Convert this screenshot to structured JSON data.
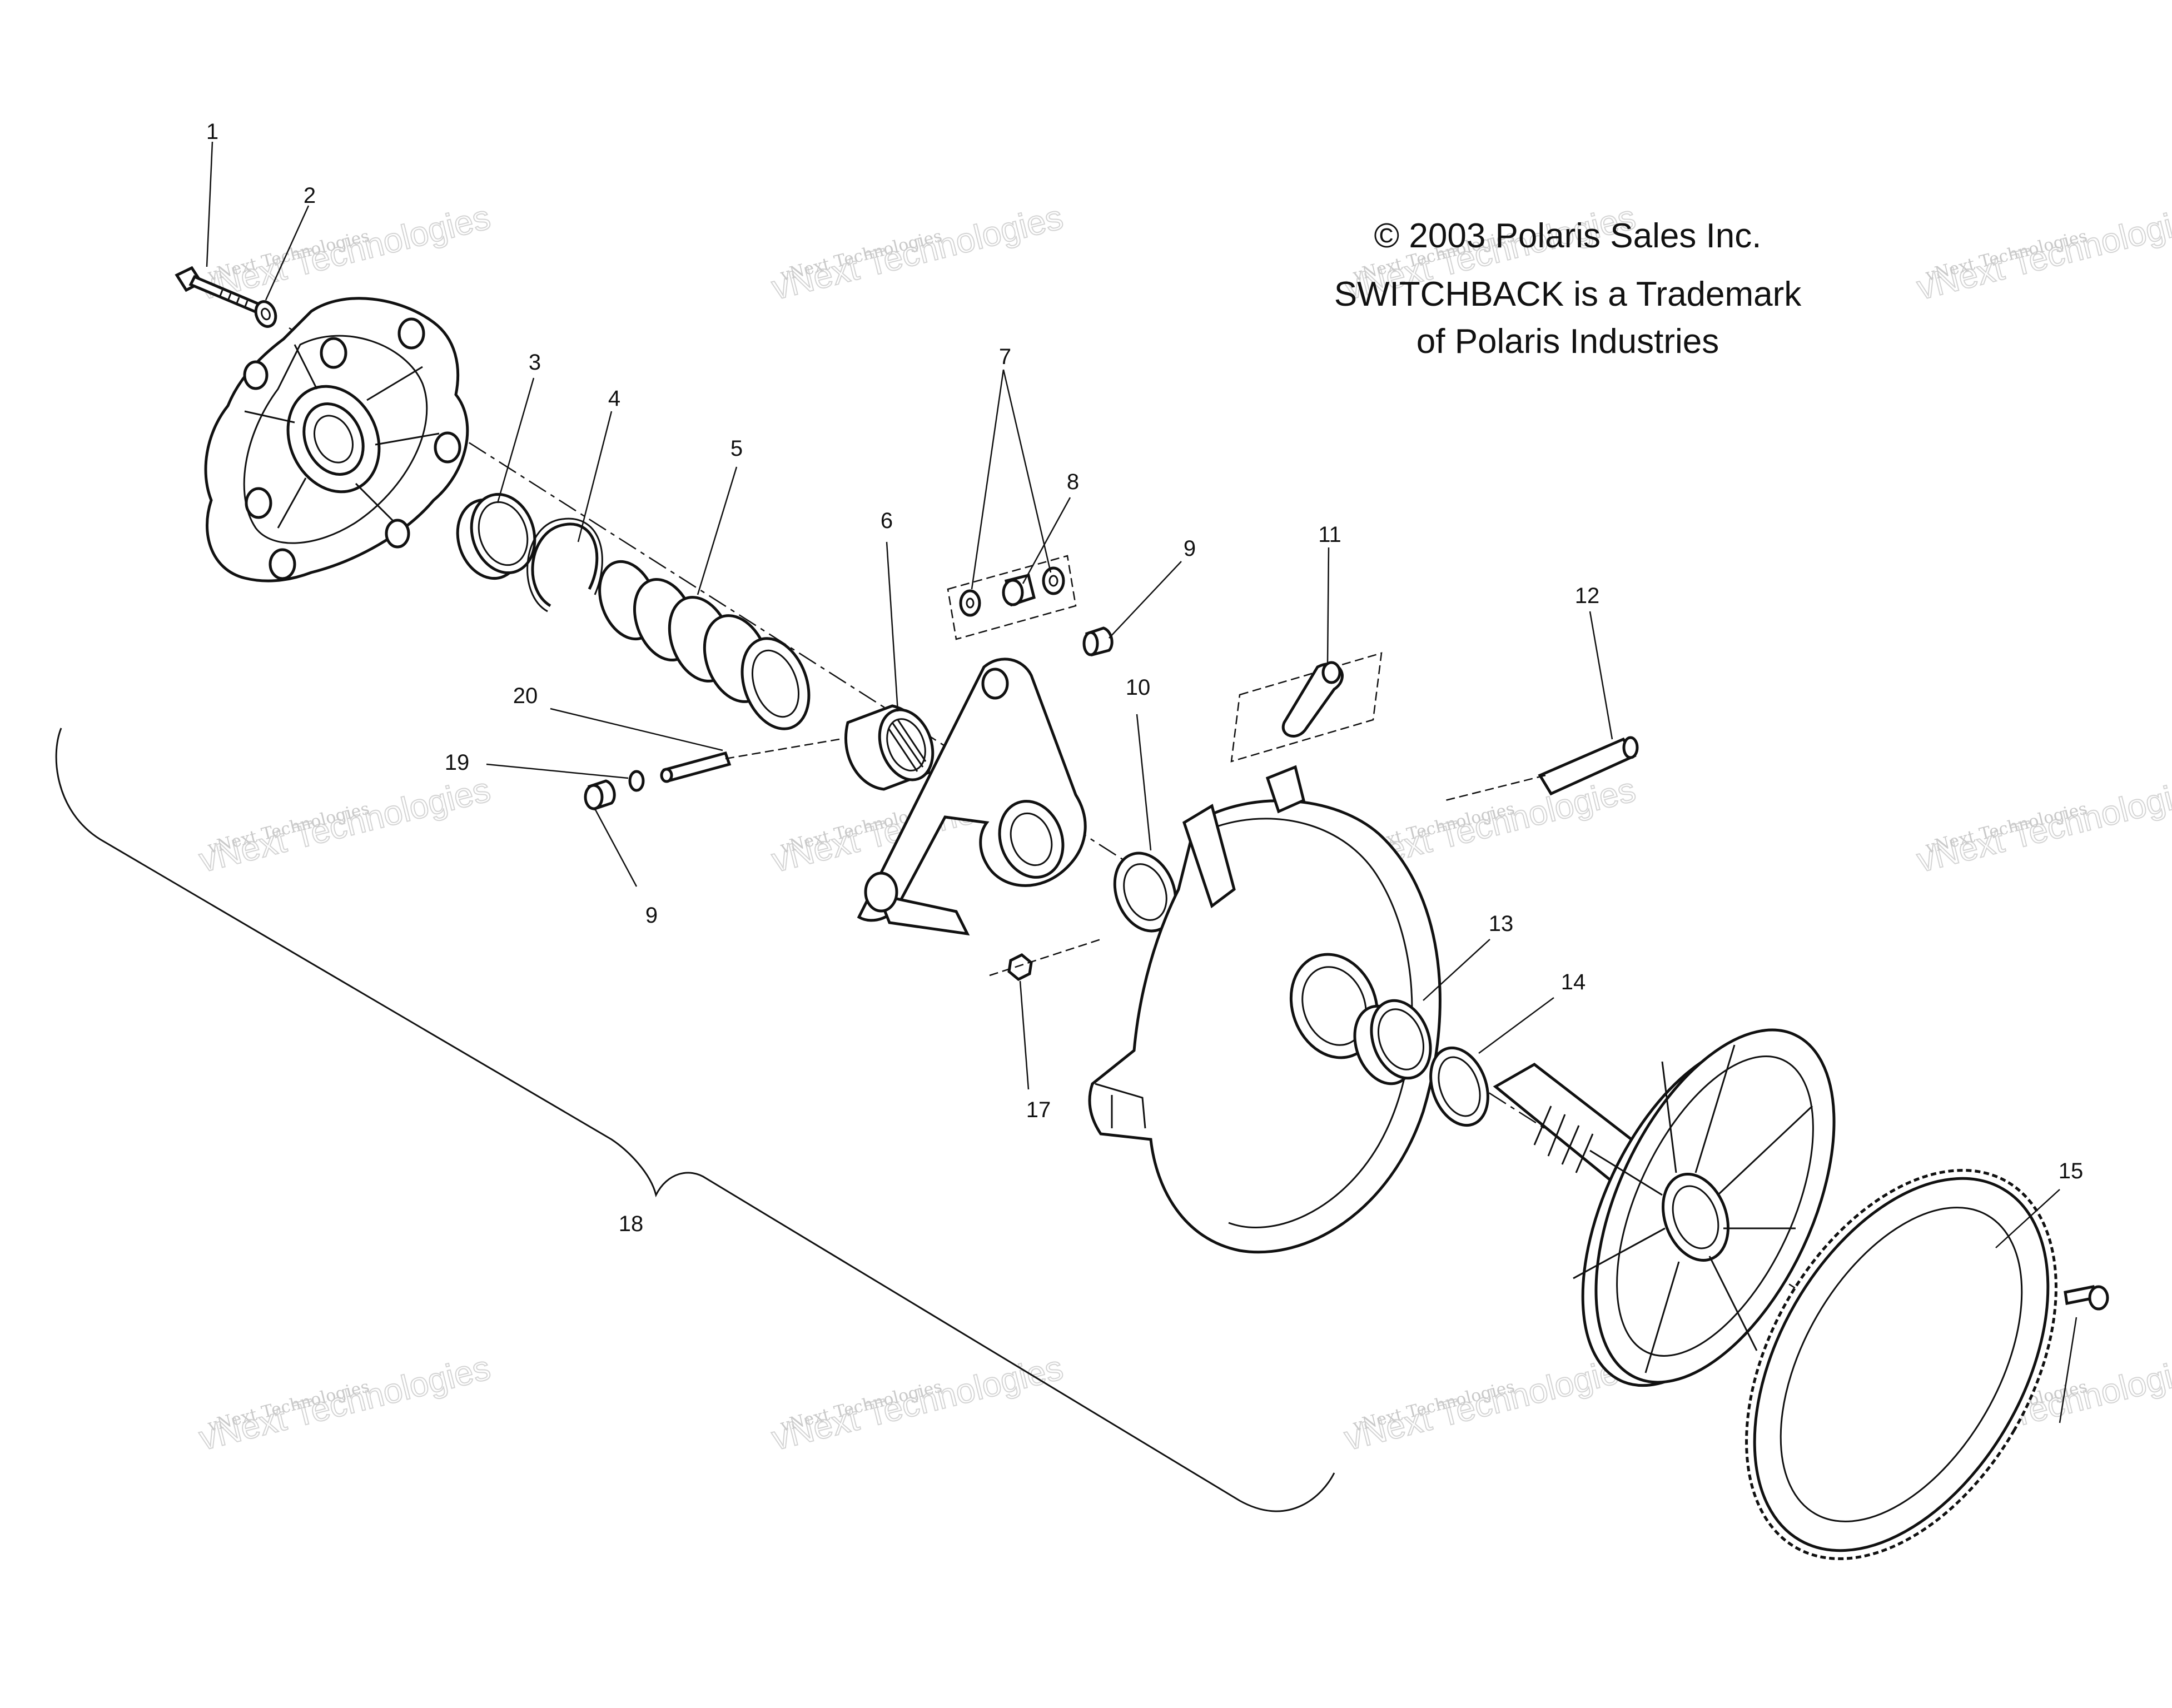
{
  "copyright": {
    "line1": "© 2003 Polaris Sales Inc.",
    "line2": "SWITCHBACK is a Trademark",
    "line3": "of Polaris Industries"
  },
  "watermark": {
    "text": "vNext Technologies"
  },
  "callouts": [
    "1",
    "2",
    "3",
    "4",
    "5",
    "6",
    "7",
    "8",
    "9",
    "10",
    "11",
    "12",
    "13",
    "14",
    "15",
    "17",
    "18",
    "19",
    "20",
    "9"
  ]
}
